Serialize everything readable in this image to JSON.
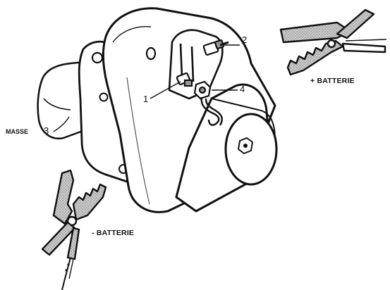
{
  "labels": {
    "terminal_1": "1",
    "terminal_2": "2",
    "masse_text": "MASSE",
    "masse_number": "3",
    "terminal_4": "4",
    "battery_positive": "+ BATTERIE",
    "battery_negative": "- BATTERIE"
  },
  "colors": {
    "ink": "#111111",
    "paper": "#ffffff",
    "clamp_gray": "#b5b5b5",
    "body_shade": "#e9e9e9"
  }
}
